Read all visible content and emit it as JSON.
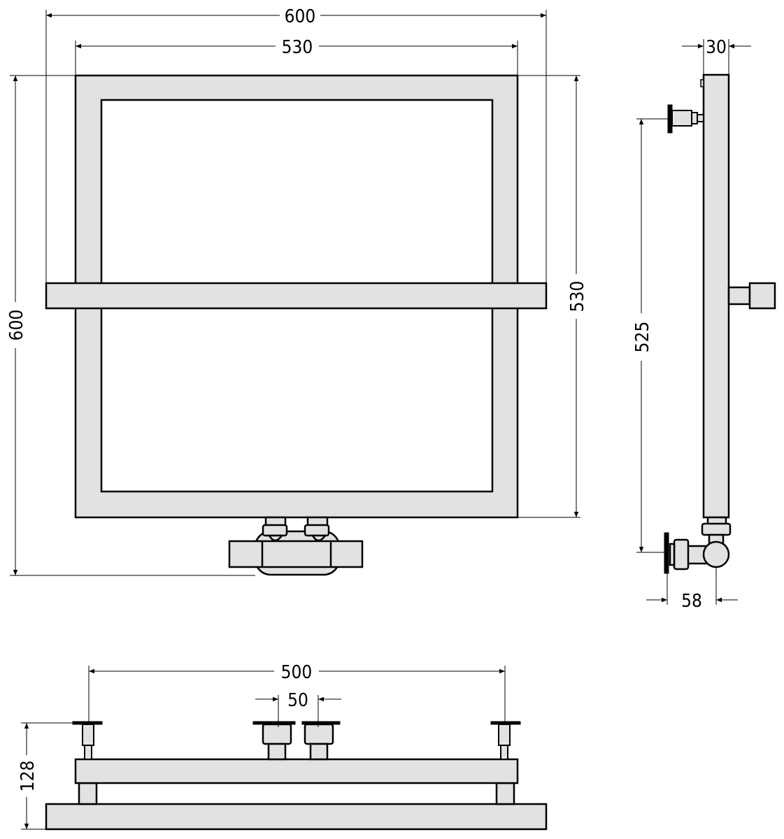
{
  "front_view": {
    "width_overall": "600",
    "width_frame": "530",
    "height_overall": "600",
    "height_frame": "530"
  },
  "side_view": {
    "depth": "30",
    "connection_height": "525",
    "valve_offset": "58"
  },
  "bottom_view": {
    "bracket_spacing": "500",
    "connection_spacing": "50",
    "depth_total": "128"
  },
  "colors": {
    "part_fill": "#e2e2e2",
    "line": "#000000"
  }
}
